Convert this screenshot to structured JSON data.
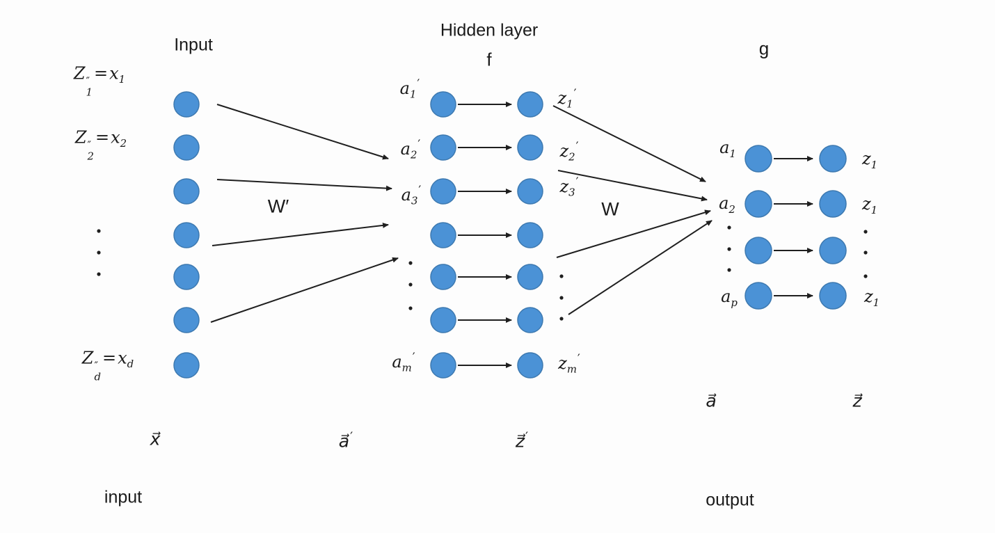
{
  "colors": {
    "node_fill": "#4b92d6",
    "node_border": "#3d79b0",
    "line": "#1f1f1f",
    "text": "#1a1a1a",
    "background": "#fdfdfd"
  },
  "header": {
    "input_title": "Input",
    "hidden_title": "Hidden layer",
    "hidden_fn": "f",
    "output_fn": "g"
  },
  "weights": {
    "w_prime": "W′",
    "w": "W"
  },
  "input_layer": {
    "labels": [
      {
        "base": "Z",
        "sup": "″",
        "sub": "1",
        "eq": "=",
        "rhs_base": "x",
        "rhs_sub": "1"
      },
      {
        "base": "Z",
        "sup": "″",
        "sub": "2",
        "eq": "=",
        "rhs_base": "x",
        "rhs_sub": "2"
      },
      {
        "base": "Z",
        "sup": "″",
        "sub": "d",
        "eq": "=",
        "rhs_base": "x",
        "rhs_sub": "d"
      }
    ],
    "vector": {
      "base": "x⃗"
    },
    "caption": "input"
  },
  "hidden_layer": {
    "a_labels": [
      {
        "base": "a",
        "sub": "1",
        "prime": "′"
      },
      {
        "base": "a",
        "sub": "2",
        "prime": "′"
      },
      {
        "base": "a",
        "sub": "3",
        "prime": "′"
      },
      {
        "base": "a",
        "sub": "m",
        "prime": "′"
      }
    ],
    "z_labels": [
      {
        "base": "z",
        "sub": "1",
        "prime": "′"
      },
      {
        "base": "z",
        "sub": "2",
        "prime": "′"
      },
      {
        "base": "z",
        "sub": "3",
        "prime": "′"
      },
      {
        "base": "z",
        "sub": "m",
        "prime": "′"
      }
    ],
    "a_vector": {
      "base": "a⃗",
      "prime": "′"
    },
    "z_vector": {
      "base": "z⃗",
      "prime": "′"
    }
  },
  "output_layer": {
    "a_labels": [
      {
        "base": "a",
        "sub": "1"
      },
      {
        "base": "a",
        "sub": "2"
      },
      {
        "base": "a",
        "sub": "p"
      }
    ],
    "z_labels": [
      {
        "base": "z",
        "sub": "1"
      },
      {
        "base": "z",
        "sub": "1"
      },
      {
        "base": "z",
        "sub": "1"
      }
    ],
    "a_vector": {
      "base": "a⃗"
    },
    "z_vector": {
      "base": "z⃗"
    },
    "caption": "output"
  }
}
